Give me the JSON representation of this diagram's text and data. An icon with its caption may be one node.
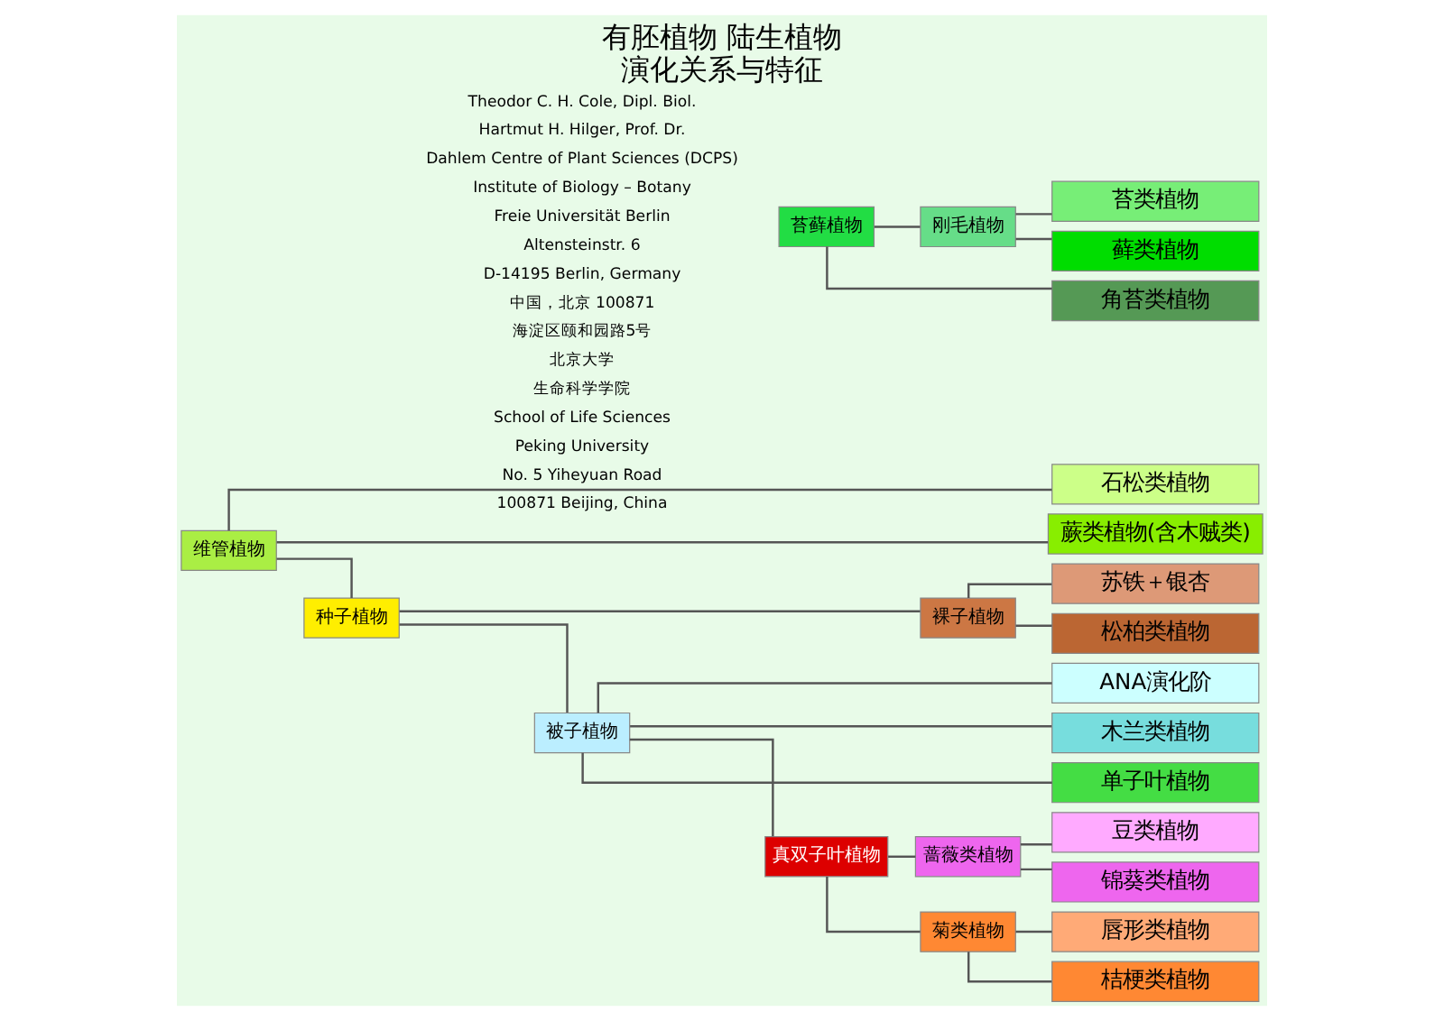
{
  "diagram": {
    "title": "有胚植物 陆生植物",
    "caption": "演化关系与特征",
    "nodes": [
      {
        "text": [
          "刚毛植物"
        ]
      },
      {
        "text": [
          "苔藓植物"
        ]
      },
      {
        "text": [
          "维管植物"
        ]
      },
      {
        "text": [
          "种子植物"
        ]
      },
      {
        "text": [
          "裸子植物"
        ]
      },
      {
        "text": [
          "被子植物"
        ]
      },
      {
        "text": [
          "蔷薇类植物"
        ]
      },
      {
        "text": [
          "真双子叶植物"
        ]
      },
      {
        "text": [
          "菊类植物"
        ]
      },
      {
        "text": [
          "苔类植物"
        ]
      },
      {
        "text": [
          "藓类植物"
        ]
      },
      {
        "text": [
          "角苔类植物"
        ]
      },
      {
        "text": [
          "石松类植物"
        ]
      },
      {
        "text": [
          "蕨类植物(含木贼类)"
        ]
      },
      {
        "text": [
          "苏铁＋银杏"
        ]
      },
      {
        "text": [
          "松柏类植物"
        ]
      },
      {
        "text": [
          "ANA演化阶"
        ]
      },
      {
        "text": [
          "木兰类植物"
        ]
      },
      {
        "text": [
          "单子叶植物"
        ]
      },
      {
        "text": [
          "豆类植物"
        ]
      },
      {
        "text": [
          "锦葵类植物"
        ]
      },
      {
        "text": [
          "唇形类植物"
        ]
      },
      {
        "text": [
          "桔梗类植物"
        ]
      }
    ],
    "edges": [
      {
        "from": 1,
        "to": 0,
        "arrow": "none"
      },
      {
        "from": 1,
        "to": 11,
        "arrow": "none"
      },
      {
        "from": 0,
        "to": 9,
        "arrow": "none"
      },
      {
        "from": 0,
        "to": 10,
        "arrow": "none"
      },
      {
        "from": 2,
        "to": 12,
        "arrow": "none"
      },
      {
        "from": 2,
        "to": 13,
        "arrow": "none"
      },
      {
        "from": 2,
        "to": 3,
        "arrow": "none"
      },
      {
        "from": 3,
        "to": 4,
        "arrow": "none"
      },
      {
        "from": 3,
        "to": 5,
        "arrow": "none"
      },
      {
        "from": 4,
        "to": 14,
        "arrow": "none"
      },
      {
        "from": 4,
        "to": 15,
        "arrow": "none"
      },
      {
        "from": 5,
        "to": 16,
        "arrow": "none"
      },
      {
        "from": 5,
        "to": 17,
        "arrow": "none"
      },
      {
        "from": 5,
        "to": 18,
        "arrow": "none"
      },
      {
        "from": 5,
        "to": 7,
        "arrow": "none"
      },
      {
        "from": 7,
        "to": 6,
        "arrow": "none"
      },
      {
        "from": 7,
        "to": 8,
        "arrow": "none"
      },
      {
        "from": 6,
        "to": 19,
        "arrow": "none"
      },
      {
        "from": 6,
        "to": 20,
        "arrow": "none"
      },
      {
        "from": 8,
        "to": 21,
        "arrow": "none"
      },
      {
        "from": 8,
        "to": 22,
        "arrow": "none"
      }
    ],
    "labels": [
      "Theodor C. H. Cole, Dipl. Biol.",
      "Hartmut H. Hilger, Prof. Dr.",
      "Dahlem Centre of Plant Sciences (DCPS)",
      "Institute of Biology – Botany",
      "Freie Universität Berlin",
      "Altensteinstr. 6",
      "D-14195 Berlin, Germany",
      "中国，北京 100871",
      "海淀区颐和园路5号",
      "北京大学",
      "生命科学学院",
      "School of Life Sciences",
      "Peking University",
      "No. 5 Yiheyuan Road",
      "100871 Beijing, China"
    ]
  }
}
